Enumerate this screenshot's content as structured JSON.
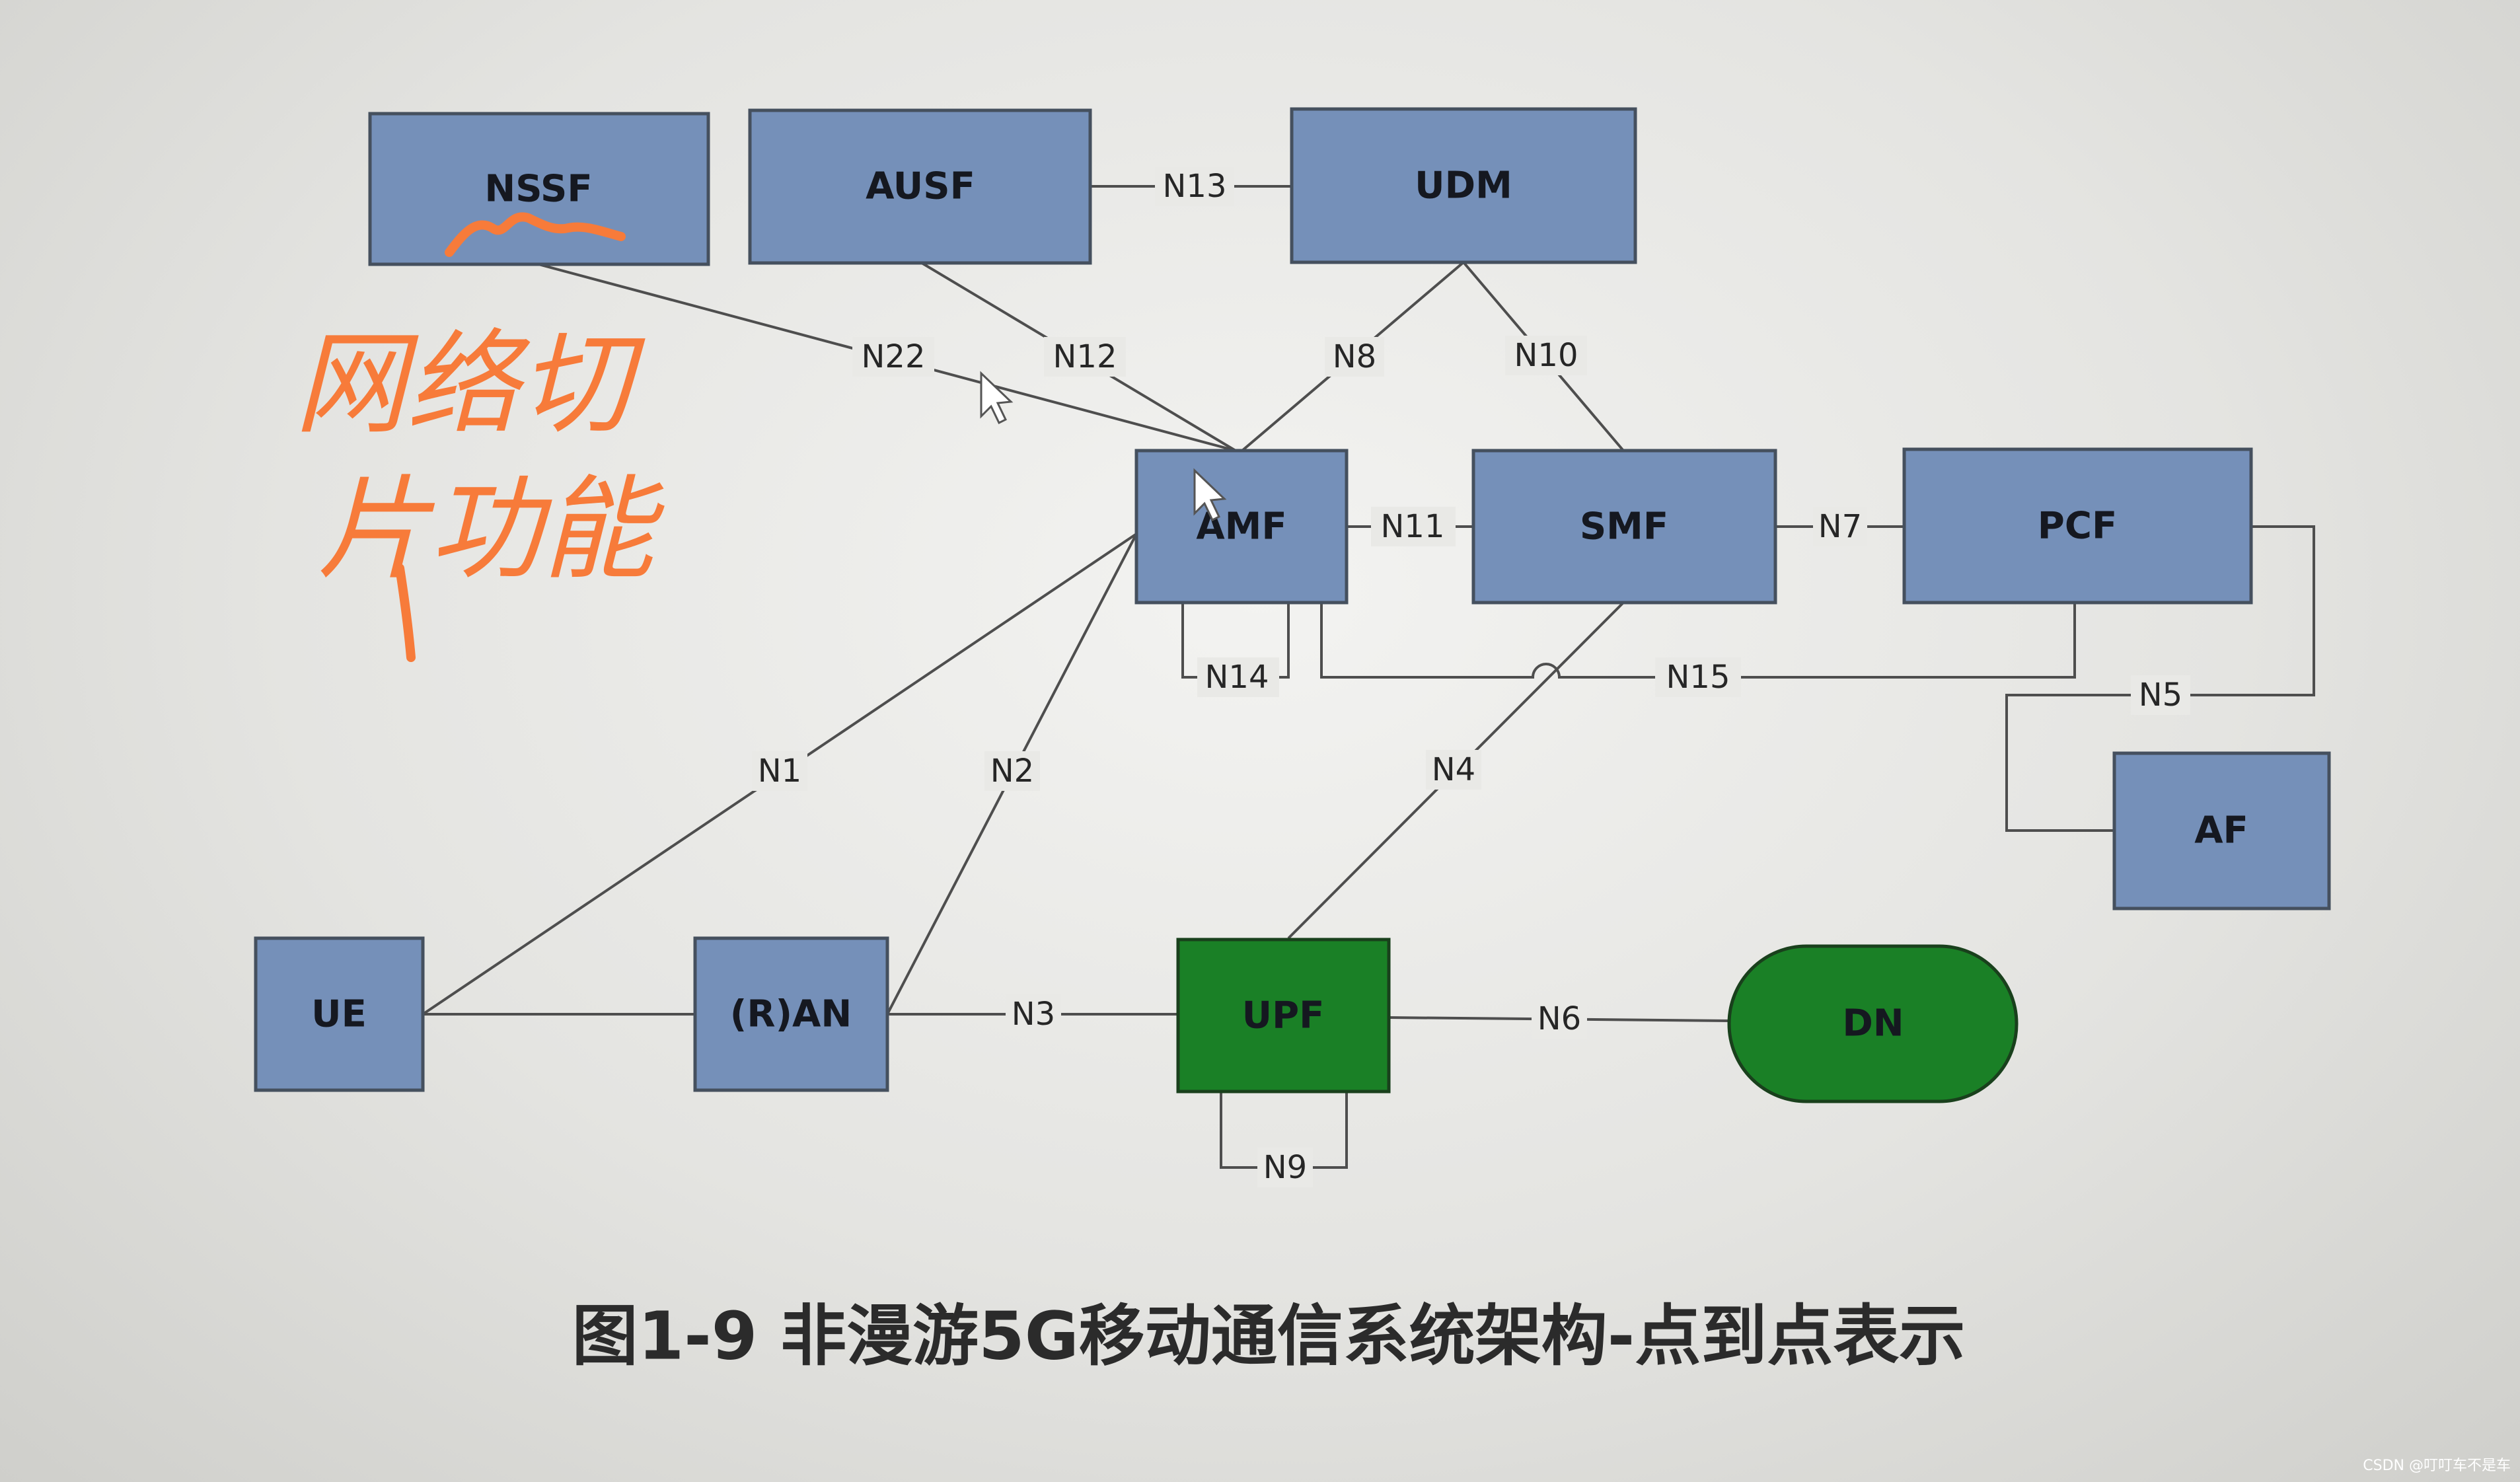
{
  "diagram": {
    "nodes": {
      "nssf": "NSSF",
      "ausf": "AUSF",
      "udm": "UDM",
      "amf": "AMF",
      "smf": "SMF",
      "pcf": "PCF",
      "af": "AF",
      "ue": "UE",
      "ran": "(R)AN",
      "upf": "UPF",
      "dn": "DN"
    },
    "edges": {
      "n1": "N1",
      "n2": "N2",
      "n3": "N3",
      "n4": "N4",
      "n5": "N5",
      "n6": "N6",
      "n7": "N7",
      "n8": "N8",
      "n9": "N9",
      "n10": "N10",
      "n11": "N11",
      "n12": "N12",
      "n13": "N13",
      "n14": "N14",
      "n15": "N15",
      "n22": "N22"
    },
    "colors": {
      "node_blue": "#7590b9",
      "node_green": "#1a8026",
      "annotation_orange": "#f77b3a"
    }
  },
  "annotation": {
    "line1": "网络切",
    "line2": "片功能"
  },
  "caption": "图1-9  非漫游5G移动通信系统架构-点到点表示",
  "watermark": "CSDN @叮叮车不是车"
}
